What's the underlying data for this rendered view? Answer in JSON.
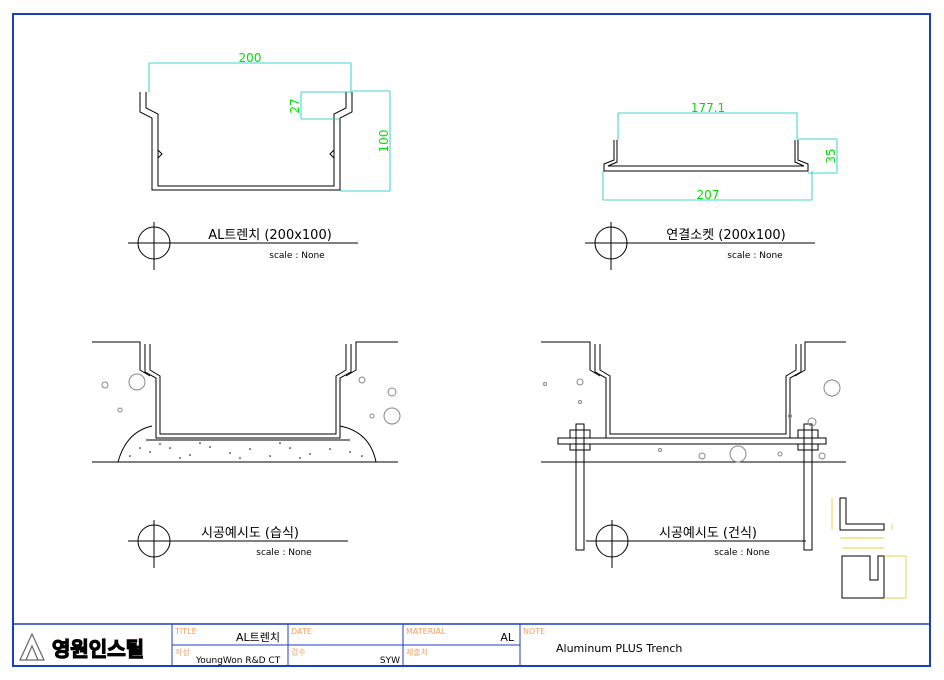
{
  "colors": {
    "frame": "#1b3fc4",
    "line": "#000000",
    "dimension": "#00e000",
    "dimension_line": "#00c8c8",
    "label": "#f0a060",
    "detail": "#e0c000"
  },
  "views": {
    "trench": {
      "title": "AL트렌치 (200x100)",
      "scale": "scale : None"
    },
    "socket": {
      "title": "연결소켓 (200x100)",
      "scale": "scale : None"
    },
    "wet": {
      "title": "시공예시도 (습식)",
      "scale": "scale : None"
    },
    "dry": {
      "title": "시공예시도 (건식)",
      "scale": "scale : None"
    }
  },
  "dimensions": {
    "trench_width": "200",
    "trench_lip": "27",
    "trench_height": "100",
    "socket_inner": "177.1",
    "socket_outer": "207",
    "socket_height": "35"
  },
  "titleblock": {
    "logo_text": "영원인스틸",
    "title_label": "TITLE",
    "title_value": "AL트렌치",
    "date_label": "DATE",
    "material_label": "MATERIAL",
    "material_value": "AL",
    "note_label": "NOTE",
    "note_value": "Aluminum PLUS Trench",
    "author_label": "작성",
    "author_value": "YoungWon R&D CT",
    "check_label": "검수",
    "check_value": "SYW",
    "submit_label": "제출처"
  }
}
